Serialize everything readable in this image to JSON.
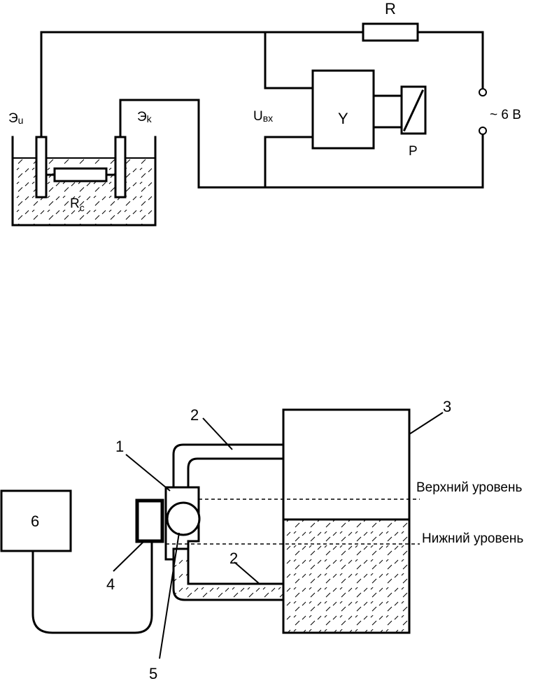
{
  "circuit": {
    "resistor_label": "R",
    "electrode_left_main": "Э",
    "electrode_left_sub": "u",
    "electrode_right_main": "Э",
    "electrode_right_sub": "k",
    "medium_resistance_main": "R",
    "medium_resistance_sub": "c",
    "input_voltage_main": "U",
    "input_voltage_sub": "вх",
    "amplifier_label": "Y",
    "relay_label": "P",
    "supply_label": "~ 6 В"
  },
  "level_system": {
    "upper_level_label": "Верхний уровень",
    "lower_level_label": "Нижний уровень",
    "callouts": [
      "1",
      "2",
      "2",
      "3",
      "4",
      "5",
      "6"
    ]
  }
}
